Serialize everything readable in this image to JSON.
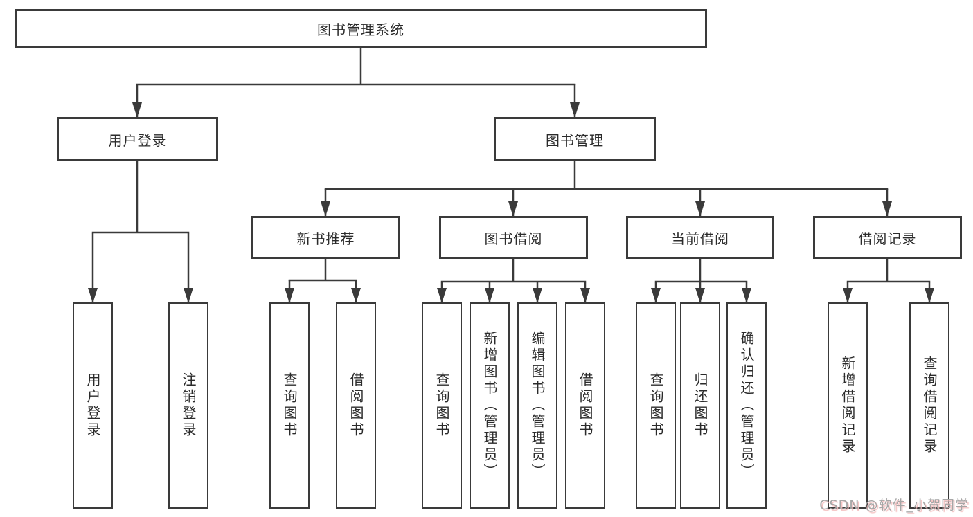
{
  "tree": {
    "root": "图书管理系统",
    "children": [
      {
        "label": "用户登录",
        "children": [
          {
            "label": "用户登录"
          },
          {
            "label": "注销登录"
          }
        ]
      },
      {
        "label": "图书管理",
        "children": [
          {
            "label": "新书推荐",
            "children": [
              {
                "label": "查询图书"
              },
              {
                "label": "借阅图书"
              }
            ]
          },
          {
            "label": "图书借阅",
            "children": [
              {
                "label": "查询图书"
              },
              {
                "label": "新增图书（管理员）"
              },
              {
                "label": "编辑图书（管理员）"
              },
              {
                "label": "借阅图书"
              }
            ]
          },
          {
            "label": "当前借阅",
            "children": [
              {
                "label": "查询图书"
              },
              {
                "label": "归还图书"
              },
              {
                "label": "确认归还（管理员）"
              }
            ]
          },
          {
            "label": "借阅记录",
            "children": [
              {
                "label": "新增借阅记录"
              },
              {
                "label": "查询借阅记录"
              }
            ]
          }
        ]
      }
    ]
  },
  "watermark": "CSDN @软件_小贺同学",
  "colors": {
    "line": "#3a3a3a",
    "box_border": "#3a3a3a",
    "text": "#2b2b2b",
    "background": "#ffffff",
    "watermark_text": "#a6a6a6",
    "watermark_shadow": "#f3bcbc"
  }
}
